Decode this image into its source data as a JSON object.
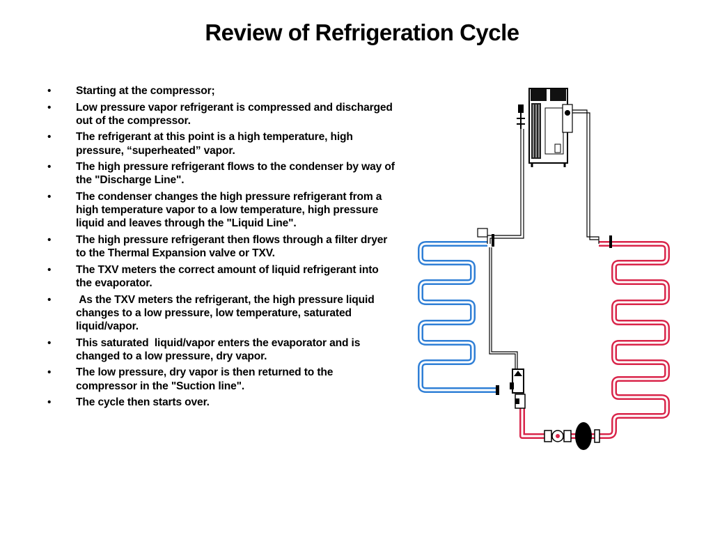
{
  "slide": {
    "title": "Review of Refrigeration Cycle",
    "bullet_marker": "•",
    "bullets": [
      "Starting at the compressor;",
      "Low pressure vapor refrigerant is compressed and discharged out of the compressor.",
      "The refrigerant at this point is a high temperature, high pressure, “superheated” vapor.",
      "The high pressure refrigerant flows to the condenser by way of the \"Discharge Line\".",
      "The condenser changes the high pressure refrigerant from a high temperature vapor to a low temperature, high pressure liquid and leaves through the \"Liquid Line\".",
      "The high pressure refrigerant then flows through a filter dryer to the Thermal Expansion valve or TXV.",
      "The TXV meters the correct amount of liquid refrigerant into the evaporator.",
      " As the TXV meters the refrigerant, the high pressure liquid changes to a low pressure, low temperature, saturated liquid/vapor.",
      "This saturated  liquid/vapor enters the evaporator and is changed to a low pressure, dry vapor.",
      "The low pressure, dry vapor is then returned to the compressor in the \"Suction line\".",
      "The cycle then starts over."
    ]
  },
  "diagram": {
    "colors": {
      "evaporator": "#2f7fd6",
      "condenser": "#d9254a",
      "line": "#000000"
    }
  }
}
